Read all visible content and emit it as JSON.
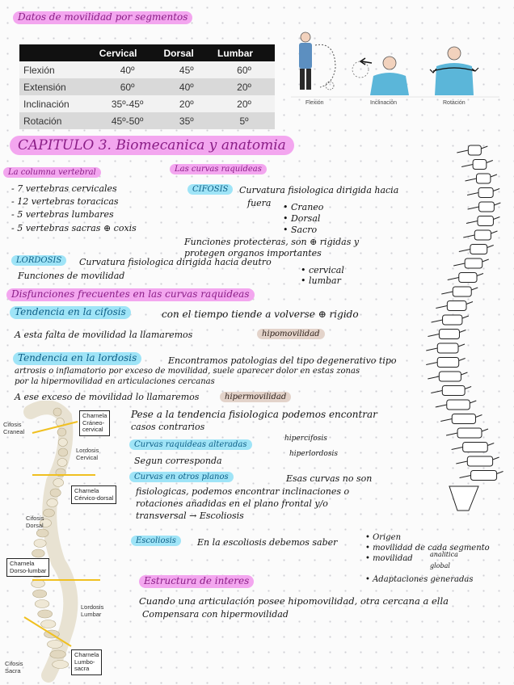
{
  "title_mobility": "Datos de movilidad por segmentos",
  "table": {
    "headers": [
      "",
      "Cervical",
      "Dorsal",
      "Lumbar"
    ],
    "rows": [
      [
        "Flexión",
        "40º",
        "45º",
        "60º"
      ],
      [
        "Extensión",
        "60º",
        "40º",
        "20º"
      ],
      [
        "Inclinación",
        "35º-45º",
        "20º",
        "20º"
      ],
      [
        "Rotación",
        "45º-50º",
        "35º",
        "5º"
      ]
    ]
  },
  "figures": {
    "flexion": "Flexión",
    "inclinacion": "Inclinación",
    "rotacion": "Rotación"
  },
  "chapter": "CAPITULO 3. Biomecanica y anatomia",
  "columna": {
    "title": "La columna vertebral",
    "items": [
      "- 7 vertebras cervicales",
      "- 12 vertebras toracicas",
      "- 5 vertebras lumbares",
      "- 5 vertebras sacras ⊕ coxis"
    ]
  },
  "curvas": {
    "title": "Las curvas raquideas",
    "cifosis": "CIFOSIS",
    "cifosis_desc": "Curvatura fisiologica dirigida hacia",
    "cifosis_desc2": "fuera",
    "cifosis_list": [
      "• Craneo",
      "• Dorsal",
      "• Sacro"
    ],
    "funciones1": "Funciones protecteras, son ⊕ rigidas y",
    "funciones2": "protegen organos importantes",
    "lordosis": "LORDOSIS",
    "lordosis_desc": "Curvatura fisiologica dirigida hacia deutro",
    "lordosis_func": "Funciones de movilidad",
    "lordosis_list": [
      "• cervical",
      "• lumbar"
    ]
  },
  "disfunciones": {
    "title": "Disfunciones frecuentes en las curvas raquideas",
    "cifosis_t": "Tendencia en la cifosis",
    "cifosis_txt": "con el tiempo tiende a volverse ⊕ rigido",
    "cifosis_txt2": "A esta falta de movilidad la llamaremos",
    "hipo": "hipomovilidad",
    "lordosis_t": "Tendencia en la lordosis",
    "lordosis_txt1": "Encontramos patologias del tipo degenerativo tipo",
    "lordosis_txt2": "artrosis o inflamatorio por exceso de movilidad, suele aparecer dolor en estas zonas",
    "lordosis_txt3": "por la hipermovilidad en articulaciones cercanas",
    "lordosis_txt4": "A ese exceso de movilidad lo llamaremos",
    "hiper": "hipermovilidad"
  },
  "spine_labels": {
    "cif_craneal": "Cifosis\nCraneal",
    "charnela_cc": "Charnela\nCráneo-\ncervical",
    "lord_cervical": "Lordosis\nCervical",
    "charnela_cd": "Charnela\nCérvico-dorsal",
    "cif_dorsal": "Cifosis\nDorsal",
    "charnela_dl": "Charnela\nDorso-lumbar",
    "lord_lumbar": "Lordosis\nLumbar",
    "cif_sacra": "Cifosis\nSacra",
    "charnela_ls": "Charnela\nLumbo-\nsacra"
  },
  "casos": {
    "l1": "Pese a la tendencia fisiologica podemos encontrar",
    "l2": "casos contrarios",
    "alteradas": "Curvas raquideas alteradas",
    "hipercifosis": "hipercifosis",
    "hiperlordosis": "hiperlordosis",
    "segun": "Segun corresponda",
    "otros_t": "Curvas en otros planos",
    "otros_1": "Esas curvas no son",
    "otros_2": "fisiologicas, podemos encontrar inclinaciones o",
    "otros_3": "rotaciones añadidas en el plano frontal y/o",
    "otros_4": "transversal → Escoliosis",
    "esco_t": "Escoliosis",
    "esco_txt": "En la escoliosis debemos saber",
    "esco_list": [
      "• Origen",
      "• movilidad de cada segmento",
      "• movilidad",
      "• Adaptaciones generadas"
    ],
    "analitica": "analitica",
    "global": "global"
  },
  "estructura": {
    "title": "Estructura de interes",
    "l1": "Cuando una articulación posee hipomovilidad, otra cercana a ella",
    "l2": "Compensara con hipermovilidad"
  }
}
